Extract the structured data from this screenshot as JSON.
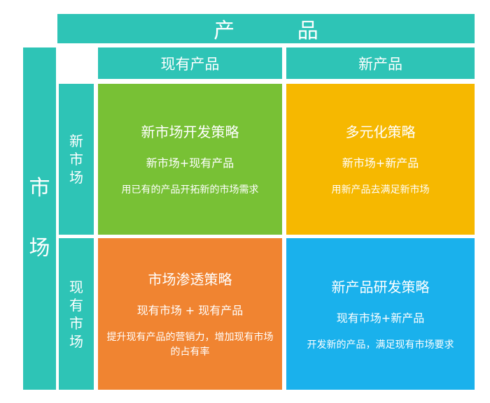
{
  "header": {
    "top": "产  品",
    "col1": "现有产品",
    "col2": "新产品"
  },
  "side": {
    "outer_top": "市",
    "outer_bottom": "场",
    "row1": [
      "新",
      "市",
      "场"
    ],
    "row2": [
      "现",
      "有",
      "市",
      "场"
    ]
  },
  "cells": {
    "c11": {
      "title": "新市场开发策略",
      "sub": "新市场+现有产品",
      "desc": "用已有的产品开拓新的市场需求"
    },
    "c12": {
      "title": "多元化策略",
      "sub": "新市场+新产品",
      "desc": "用新产品去满足新市场"
    },
    "c21": {
      "title": "市场渗透策略",
      "sub": "现有市场 + 现有产品",
      "desc": "提升现有产品的营销力，增加现有市场的占有率"
    },
    "c22": {
      "title": "新产品研发策略",
      "sub": "现有市场+新产品",
      "desc": "开发新的产品，满足现有市场要求"
    }
  },
  "colors": {
    "teal": "#2ec4b6",
    "green": "#78c135",
    "yellow": "#f6b800",
    "orange": "#f08431",
    "blue": "#1ab1ec"
  }
}
